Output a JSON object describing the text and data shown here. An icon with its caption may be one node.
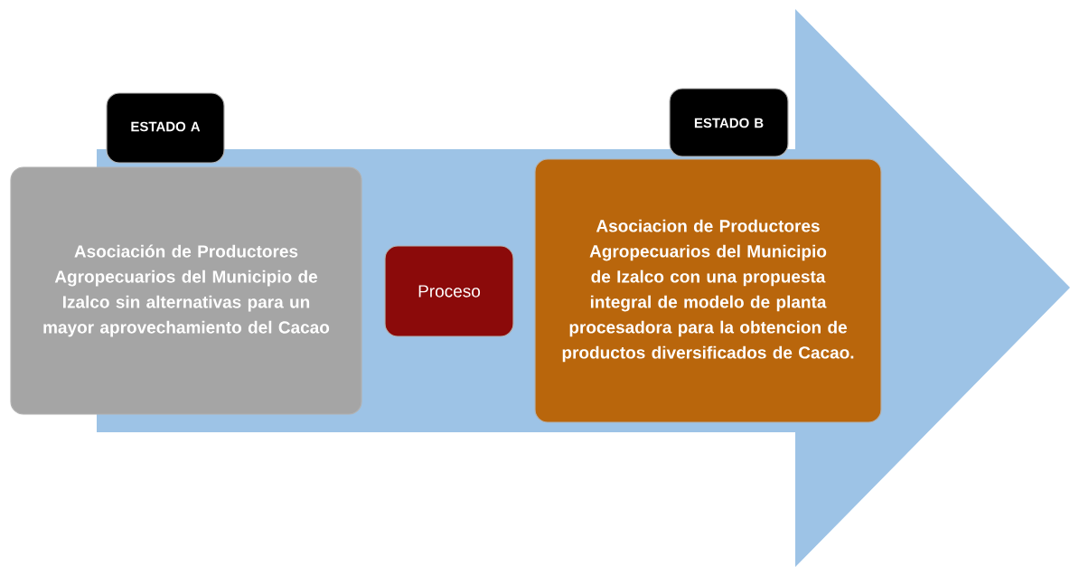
{
  "diagram": {
    "nodes": [
      {
        "text": [
          "ESTADO A"
        ]
      },
      {
        "text": [
          "Asociación de Productores Agropecuarios del Municipio de Izalco sin alternativas para un mayor aprovechamiento del Cacao"
        ]
      },
      {
        "text": [
          "Proceso"
        ]
      },
      {
        "text": [
          "ESTADO B"
        ]
      },
      {
        "text": [
          "Asociacion de Productores Agropecuarios del Municipio de Izalco con una propuesta integral  de modelo de planta procesadora para la obtencion de productos diversificados de  Cacao."
        ]
      }
    ]
  }
}
